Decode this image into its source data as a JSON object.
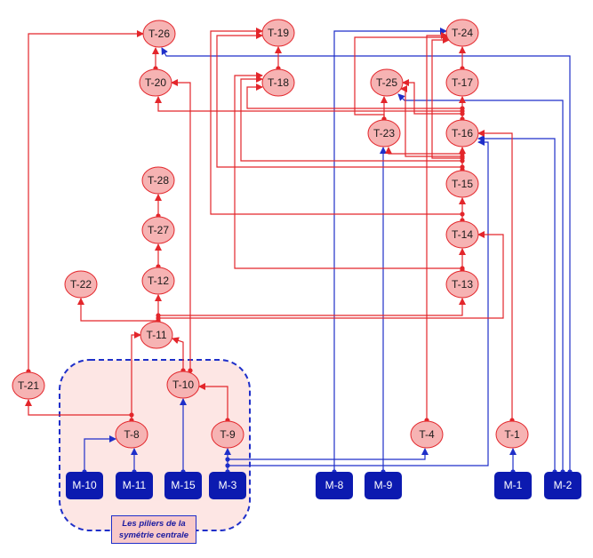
{
  "colors": {
    "red_edge": "#e3262b",
    "blue_edge": "#1f2fc9",
    "node_fill": "#f6b3b3",
    "node_stroke": "#e3262b",
    "m_fill": "#0c1ab0",
    "group_fill": "#fde6e4",
    "group_border": "#1f2fc9"
  },
  "group": {
    "label_line1": "Les piliers de la",
    "label_line2": "symétrie centrale"
  },
  "t_nodes": [
    {
      "id": "T-26",
      "label": "T-26"
    },
    {
      "id": "T-19",
      "label": "T-19"
    },
    {
      "id": "T-24",
      "label": "T-24"
    },
    {
      "id": "T-20",
      "label": "T-20"
    },
    {
      "id": "T-18",
      "label": "T-18"
    },
    {
      "id": "T-25",
      "label": "T-25"
    },
    {
      "id": "T-17",
      "label": "T-17"
    },
    {
      "id": "T-23",
      "label": "T-23"
    },
    {
      "id": "T-16",
      "label": "T-16"
    },
    {
      "id": "T-28",
      "label": "T-28"
    },
    {
      "id": "T-15",
      "label": "T-15"
    },
    {
      "id": "T-27",
      "label": "T-27"
    },
    {
      "id": "T-14",
      "label": "T-14"
    },
    {
      "id": "T-22",
      "label": "T-22"
    },
    {
      "id": "T-12",
      "label": "T-12"
    },
    {
      "id": "T-13",
      "label": "T-13"
    },
    {
      "id": "T-11",
      "label": "T-11"
    },
    {
      "id": "T-21",
      "label": "T-21"
    },
    {
      "id": "T-10",
      "label": "T-10"
    },
    {
      "id": "T-8",
      "label": "T-8"
    },
    {
      "id": "T-9",
      "label": "T-9"
    },
    {
      "id": "T-4",
      "label": "T-4"
    },
    {
      "id": "T-1",
      "label": "T-1"
    }
  ],
  "m_nodes": [
    {
      "id": "M-10",
      "label": "M-10"
    },
    {
      "id": "M-11",
      "label": "M-11"
    },
    {
      "id": "M-15",
      "label": "M-15"
    },
    {
      "id": "M-3",
      "label": "M-3"
    },
    {
      "id": "M-8",
      "label": "M-8"
    },
    {
      "id": "M-9",
      "label": "M-9"
    },
    {
      "id": "M-1",
      "label": "M-1"
    },
    {
      "id": "M-2",
      "label": "M-2"
    }
  ]
}
